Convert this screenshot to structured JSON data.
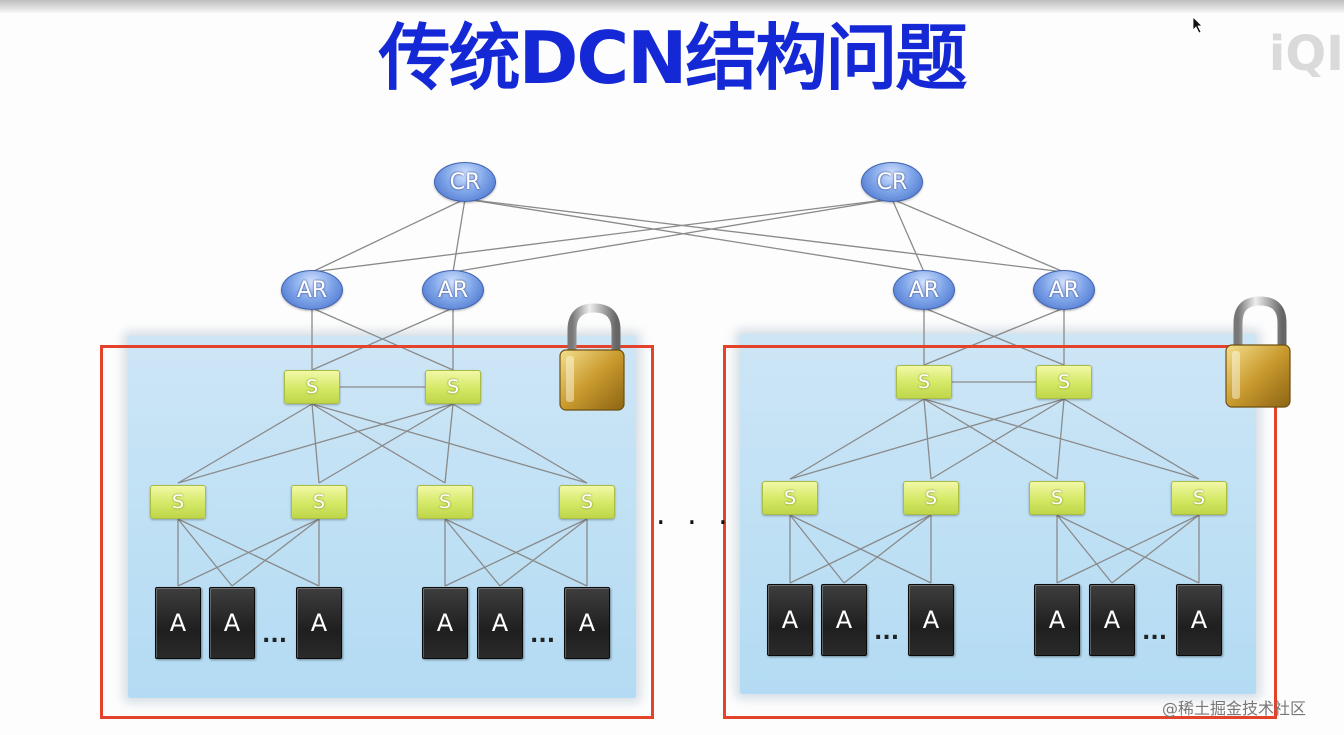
{
  "title": "传统DCN结构问题",
  "watermark": "iQI",
  "credit": "@稀土掘金技术社区",
  "between_pods": ". . .",
  "core": [
    "CR",
    "CR"
  ],
  "pods": [
    {
      "ar": [
        "AR",
        "AR"
      ],
      "agg": [
        "S",
        "S"
      ],
      "access": [
        "S",
        "S",
        "S",
        "S"
      ],
      "servers": [
        [
          "A",
          "A",
          "...",
          "A"
        ],
        [
          "A",
          "A",
          "...",
          "A"
        ]
      ]
    },
    {
      "ar": [
        "AR",
        "AR"
      ],
      "agg": [
        "S",
        "S"
      ],
      "access": [
        "S",
        "S",
        "S",
        "S"
      ],
      "servers": [
        [
          "A",
          "A",
          "...",
          "A"
        ],
        [
          "A",
          "A",
          "...",
          "A"
        ]
      ]
    }
  ],
  "colors": {
    "title": "#1428d6",
    "pod_frame": "#e3432b",
    "pod_bg": "#b8ddf3",
    "router": "#7ea4e8",
    "switch": "#d4e865",
    "server": "#2a2a2a",
    "link": "#8a8a8a"
  },
  "icons": [
    "padlock-icon",
    "padlock-icon",
    "cursor-icon"
  ]
}
